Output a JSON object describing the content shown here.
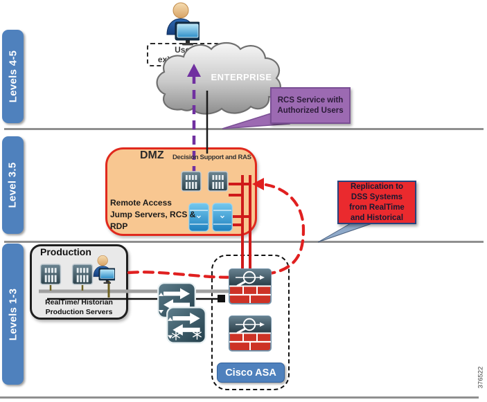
{
  "levels": [
    {
      "label": "Levels 4-5"
    },
    {
      "label": "Level 3.5"
    },
    {
      "label": "Levels 1-3"
    }
  ],
  "enterprise": {
    "cloud_label": "ENTERPRISE",
    "user_box": "User\nexXOS Client"
  },
  "callouts": {
    "rcs": "RCS Service with\nAuthorized Users",
    "replication": "Replication to\nDSS Systems\nfrom RealTime\nand Historical"
  },
  "dmz": {
    "title": "DMZ",
    "subtitle": "Decision Support and RAS",
    "body": "Remote Access\nJump Servers, RCS &\nRDP"
  },
  "production": {
    "title": "Production",
    "caption": "RealTime/ Historian\nProduction Servers"
  },
  "asa_label": "Cisco ASA",
  "figure_number": "376522",
  "icons": {
    "cloud": "enterprise-cloud",
    "user": "user-workstation-icon",
    "dark_server": "rack-server-icon",
    "blue_server": "jump-server-icon",
    "switch": "layer3-switch-icon",
    "firewall": "asa-firewall-icon"
  },
  "colors": {
    "accent_blue": "#4f81bd",
    "dmz_fill": "#f8c791",
    "dmz_border": "#e0291d",
    "purple": "#7030a0",
    "callout_purple": "#9c6ab2",
    "red": "#e02020",
    "callout_red": "#ea2a2e",
    "separator_gray": "#8f8f8f"
  }
}
